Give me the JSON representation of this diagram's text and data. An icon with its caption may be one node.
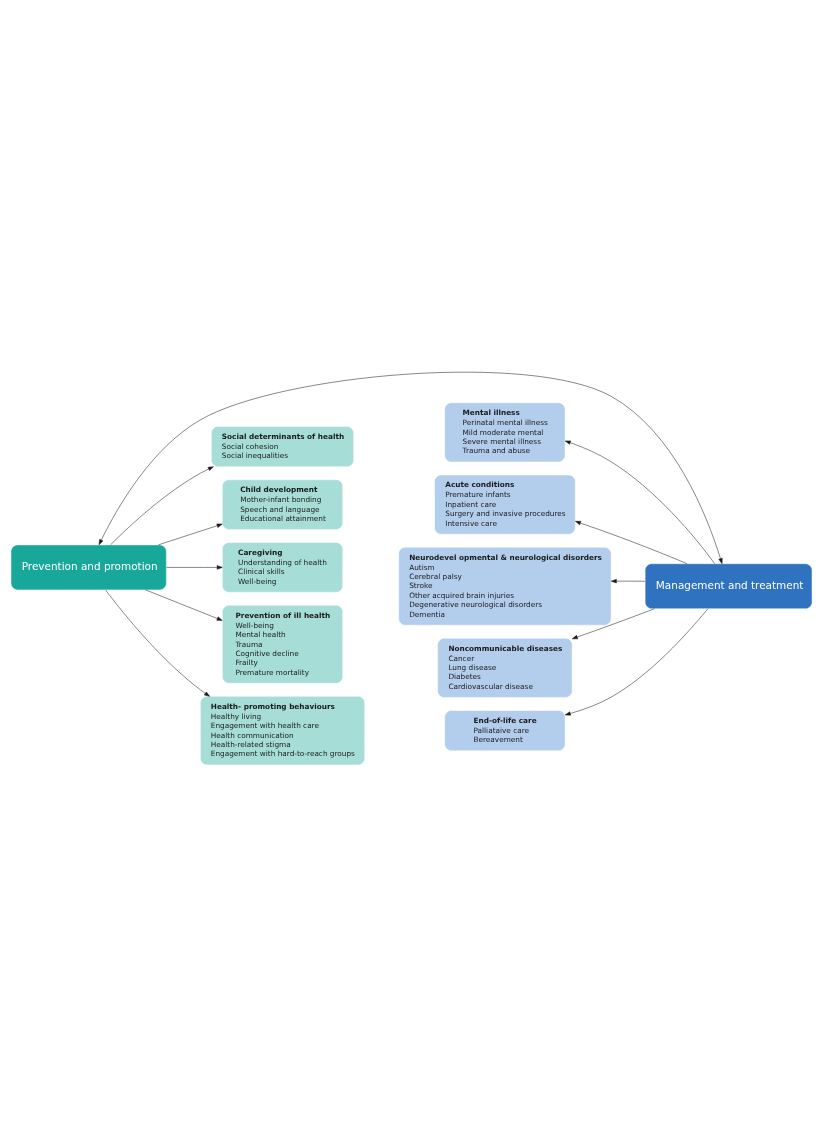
{
  "diagram": {
    "nodes": [
      {
        "text": [
          "Prevention and promotion"
        ]
      },
      {
        "text": [
          "Management and treatment"
        ]
      },
      {
        "text": [
          "Social determinants of health",
          "Social cohesion",
          "Social inequalities"
        ]
      },
      {
        "text": [
          "Child development",
          "Mother-infant bonding",
          "Speech and language",
          "Educational attainment"
        ]
      },
      {
        "text": [
          "Caregiving",
          "Understanding of health",
          "Clinical skills",
          "Well-being"
        ]
      },
      {
        "text": [
          "Prevention of ill health",
          "Well-being",
          "Mental health",
          "Trauma",
          "Cognitive decline",
          "Frailty",
          "Premature mortality"
        ]
      },
      {
        "text": [
          "Health- promoting behaviours",
          "Healthy living",
          "Engagement with health care",
          "Health communication",
          "Health-related stigma",
          "Engagement with hard-to-reach groups"
        ]
      },
      {
        "text": [
          "Mental illness",
          "Perinatal mental illness",
          "Mild moderate mental",
          "Severe mental illness",
          "Trauma and abuse"
        ]
      },
      {
        "text": [
          "Acute conditions",
          "Premature infants",
          "Inpatient care",
          "Surgery and invasive procedures",
          "Intensive care"
        ]
      },
      {
        "text": [
          "Neurodevel opmental & neurological disorders",
          "Autism",
          "Cerebral palsy",
          "Stroke",
          "Other acquired brain injuries",
          "Degenerative neurological disorders",
          "Dementia"
        ]
      },
      {
        "text": [
          "Noncommunicable diseases",
          "Cancer",
          "Lung disease",
          "Diabetes",
          "Cardiovascular disease"
        ]
      },
      {
        "text": [
          "End-of-life care",
          "Palliataive care",
          "Bereavement"
        ]
      }
    ],
    "edges": [
      {
        "from": 0,
        "to": 1,
        "arrow": "both"
      },
      {
        "from": 0,
        "to": 2,
        "arrow": "to"
      },
      {
        "from": 0,
        "to": 3,
        "arrow": "to"
      },
      {
        "from": 0,
        "to": 4,
        "arrow": "to"
      },
      {
        "from": 0,
        "to": 5,
        "arrow": "to"
      },
      {
        "from": 0,
        "to": 6,
        "arrow": "to"
      },
      {
        "from": 1,
        "to": 7,
        "arrow": "to"
      },
      {
        "from": 1,
        "to": 8,
        "arrow": "to"
      },
      {
        "from": 1,
        "to": 9,
        "arrow": "to"
      },
      {
        "from": 1,
        "to": 10,
        "arrow": "to"
      },
      {
        "from": 1,
        "to": 11,
        "arrow": "to"
      }
    ]
  }
}
